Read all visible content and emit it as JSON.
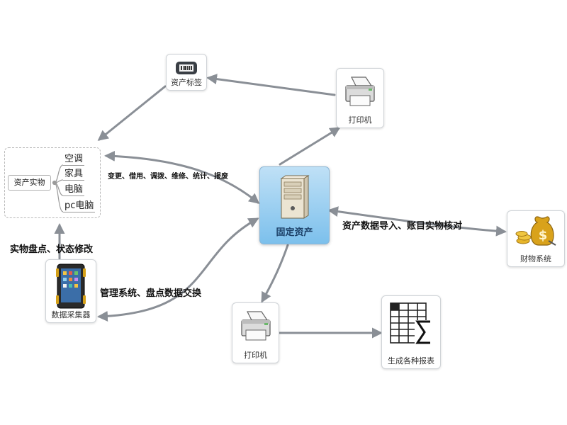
{
  "center": {
    "label": "固定资产"
  },
  "nodes": {
    "asset_tag": "资产标签",
    "printer_top": "打印机",
    "printer_bottom": "打印机",
    "finance": "财物系统",
    "collector": "数据采集器",
    "report": "生成各种报表"
  },
  "asset_group": {
    "root": "资产实物",
    "items": [
      "空调",
      "家具",
      "电脑",
      "pc电脑"
    ]
  },
  "edge_labels": {
    "operations": "变更、借用、调拨、维修、统计、报废",
    "import": "资产数据导入、账目实物核对",
    "management": "管理系统、盘点数据交换",
    "inventory": "实物盘点、状态修改"
  },
  "colors": {
    "arrow": "#8a8f96",
    "center_top": "#bfe0f6",
    "center_bottom": "#7cc0ec",
    "gold": "#d9a21b"
  }
}
